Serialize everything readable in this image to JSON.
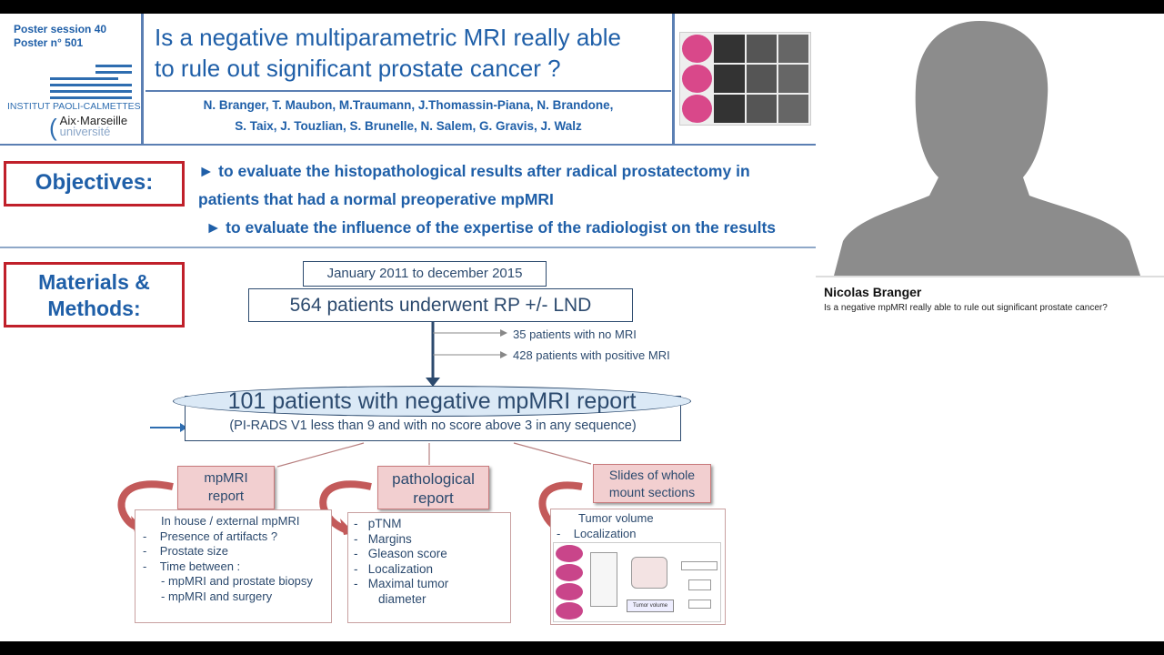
{
  "slide": {
    "session": "Poster session 40",
    "poster": "Poster n° 501",
    "institute": "INSTITUT PAOLI-CALMETTES",
    "university_logo": "Aix Marseille université",
    "title_line1": "Is a negative multiparametric MRI really able",
    "title_line2": "to rule out significant prostate cancer ?",
    "authors_line1": "N. Branger, T. Maubon, M.Traumann, J.Thomassin-Piana, N. Brandone,",
    "authors_line2": "S. Taix, J. Touzlian, S. Brunelle, N. Salem, G. Gravis, J. Walz",
    "objectives_label": "Objectives:",
    "objective1a": "► to evaluate the histopathological results after radical prostatectomy  in",
    "objective1b": "patients that had a normal preoperative mpMRI",
    "objective2": "► to evaluate the influence of the expertise of the radiologist on the results",
    "methods_label1": "Materials &",
    "methods_label2": "Methods:",
    "period": "January 2011 to december 2015",
    "total": "564 patients underwent RP +/- LND",
    "excl1": "35 patients with no MRI",
    "excl2": "428 patients with positive MRI",
    "negative": "101 patients with negative mpMRI report",
    "negative_sub": "(PI-RADS V1 less than 9 and with no score above 3 in any sequence)",
    "box1_title": "mpMRI report",
    "box1_items": [
      "In house / external mpMRI",
      "Presence of artifacts ?",
      "Prostate size",
      "Time between :",
      "- mpMRI and prostate biopsy",
      "- mpMRI and surgery"
    ],
    "box2_title": "pathological report",
    "box2_items": [
      "pTNM",
      "Margins",
      "Gleason score",
      "Localization",
      "Maximal tumor",
      "diameter"
    ],
    "box3_title": "Slides of whole mount sections",
    "box3_items": [
      "Tumor volume",
      "Localization"
    ],
    "figure_label": "Tumor volume"
  },
  "speaker": {
    "name": "Nicolas Branger",
    "talk_title": "Is a negative mpMRI really able to rule out significant prostate cancer?"
  },
  "colors": {
    "accent_blue": "#1f5fa8",
    "frame_red": "#c0202a",
    "pink": "#f2cfd0"
  }
}
